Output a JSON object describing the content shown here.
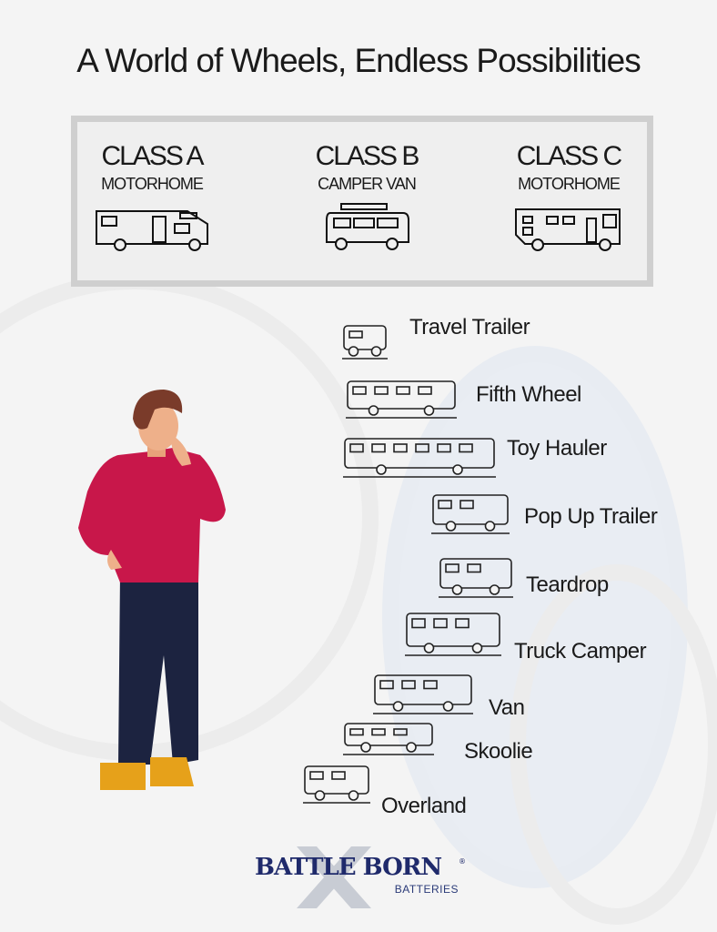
{
  "title": "A World of Wheels, Endless Possibilities",
  "classes": [
    {
      "name": "CLASS A",
      "sub": "MOTORHOME",
      "icon": "class-a-motorhome-icon"
    },
    {
      "name": "CLASS B",
      "sub": "CAMPER VAN",
      "icon": "camper-van-icon"
    },
    {
      "name": "CLASS C",
      "sub": "MOTORHOME",
      "icon": "class-c-motorhome-icon"
    }
  ],
  "rv_types": [
    {
      "label": "Travel Trailer",
      "icon": "travel-trailer-icon"
    },
    {
      "label": "Fifth Wheel",
      "icon": "fifth-wheel-icon"
    },
    {
      "label": "Toy Hauler",
      "icon": "toy-hauler-icon"
    },
    {
      "label": "Pop Up Trailer",
      "icon": "pop-up-trailer-icon"
    },
    {
      "label": "Teardrop",
      "icon": "teardrop-trailer-icon"
    },
    {
      "label": "Truck Camper",
      "icon": "truck-camper-icon"
    },
    {
      "label": "Van",
      "icon": "van-icon"
    },
    {
      "label": "Skoolie",
      "icon": "school-bus-icon"
    },
    {
      "label": "Overland",
      "icon": "overland-jeep-icon"
    }
  ],
  "logo": {
    "main": "BATTLE BORN",
    "sub": "BATTERIES",
    "reg": "®"
  },
  "colors": {
    "shirt": "#c8174a",
    "pants": "#1c2340",
    "shoes": "#e6a11a",
    "hair": "#7a3b2a",
    "logo": "#1f2a6b"
  }
}
